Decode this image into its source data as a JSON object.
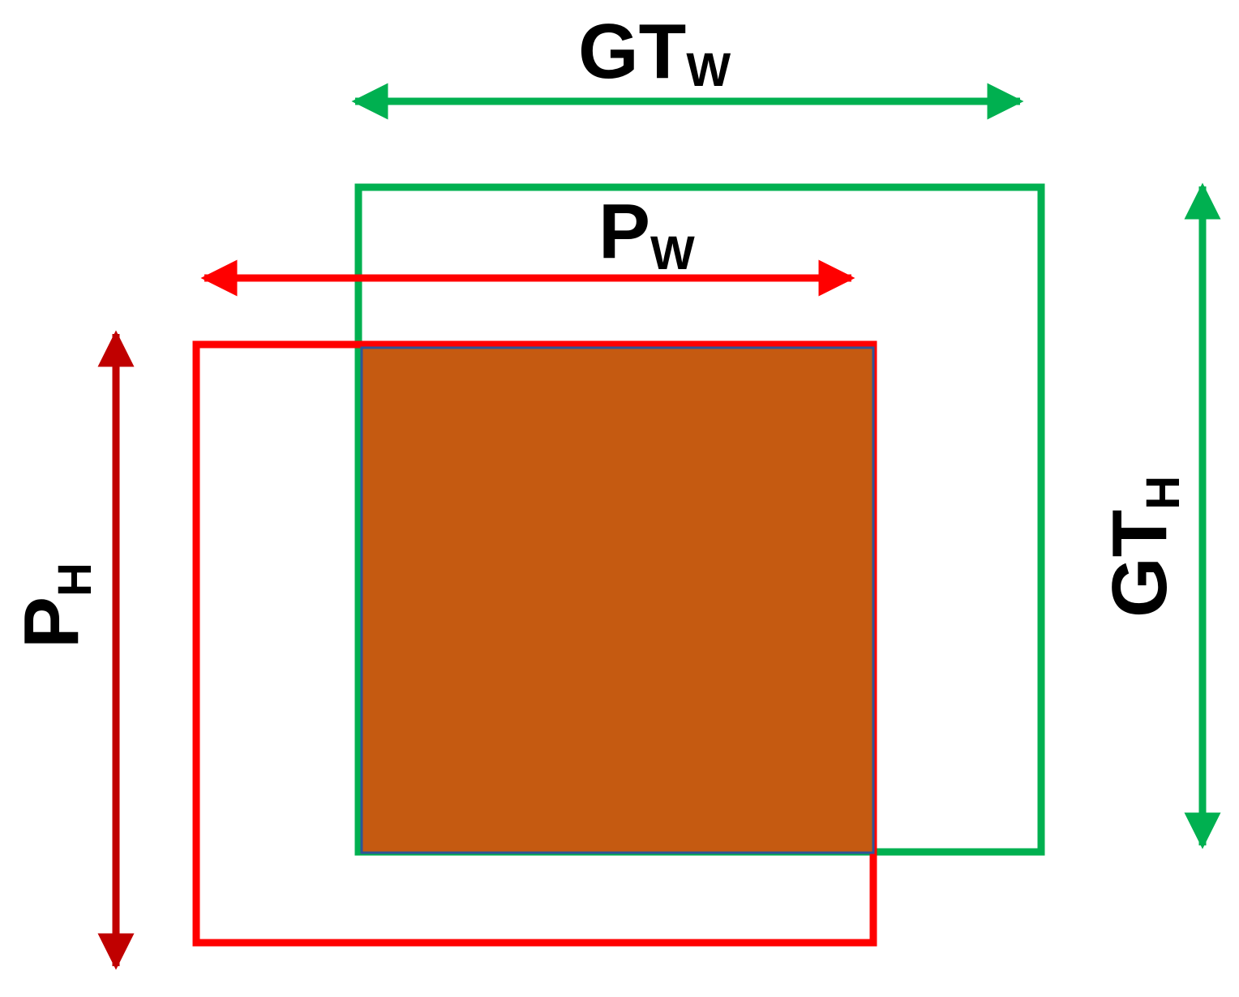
{
  "labels": {
    "gt_width": {
      "main": "GT",
      "sub": "W"
    },
    "gt_height": {
      "main": "GT",
      "sub": "H"
    },
    "p_width": {
      "main": "P",
      "sub": "W"
    },
    "p_height": {
      "main": "P",
      "sub": "H"
    }
  },
  "colors": {
    "ground_truth_box": "#00b050",
    "prediction_box": "#ff0000",
    "prediction_height_arrow": "#c00000",
    "intersection_fill": "#c55a11",
    "intersection_border": "#2f5597"
  }
}
